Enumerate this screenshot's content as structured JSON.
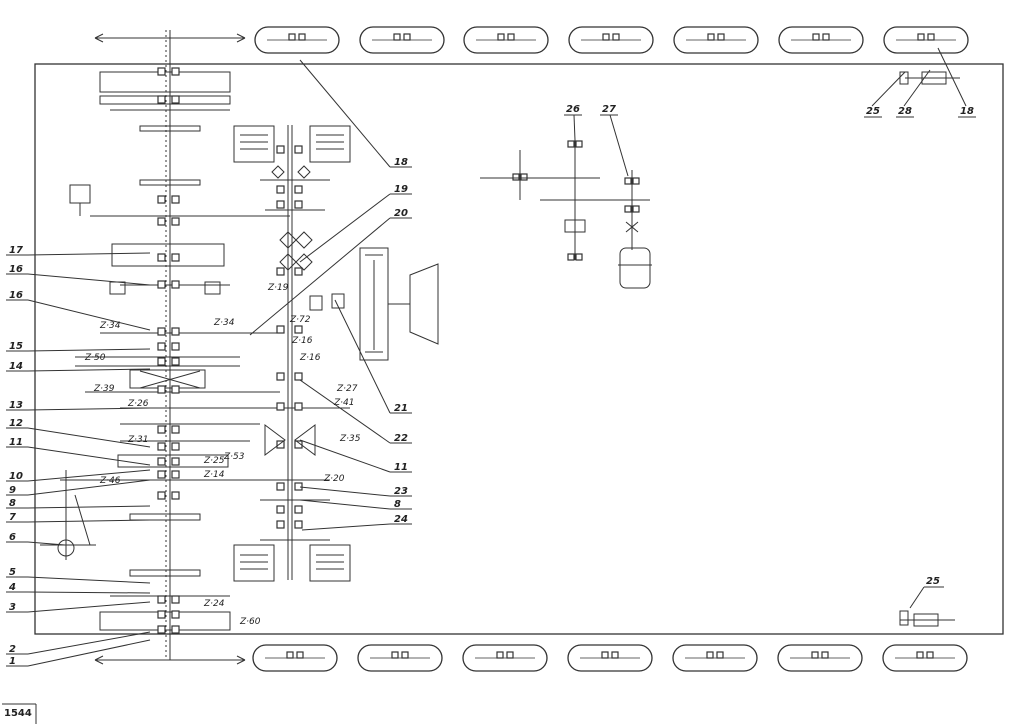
{
  "page_number": "1544",
  "callouts_left": [
    "1",
    "2",
    "3",
    "4",
    "5",
    "6",
    "7",
    "8",
    "9",
    "10",
    "11",
    "12",
    "13",
    "14",
    "15",
    "16",
    "16",
    "17"
  ],
  "callouts_right": [
    "18",
    "19",
    "20",
    "21",
    "22",
    "11",
    "23",
    "8",
    "24"
  ],
  "callouts_top_right": [
    "25",
    "28",
    "18"
  ],
  "callouts_upper_mid": [
    "26",
    "27"
  ],
  "callout_bottom_right": "25",
  "gear_teeth_labels": [
    "Z·60",
    "Z·24",
    "Z·46",
    "Z·25",
    "Z·14",
    "Z·53",
    "Z·31",
    "Z·35",
    "Z·26",
    "Z·41",
    "Z·39",
    "Z·27",
    "Z·50",
    "Z·16",
    "Z·34",
    "Z·34",
    "Z·16",
    "Z·72",
    "Z·19",
    "Z·20"
  ]
}
